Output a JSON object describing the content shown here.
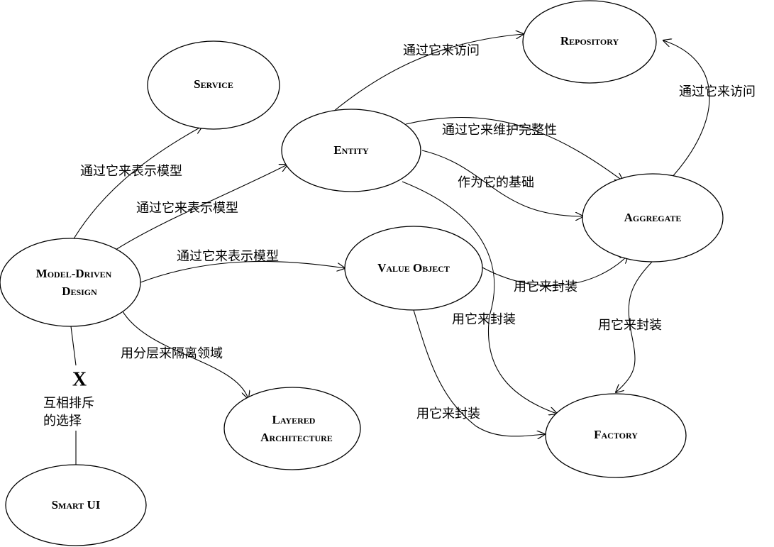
{
  "nodes": {
    "service": [
      "Service"
    ],
    "repository": [
      "Repository"
    ],
    "entity": [
      "Entity"
    ],
    "aggregate": [
      "Aggregate"
    ],
    "model_driven_design": [
      "Model-Driven",
      "Design"
    ],
    "value_object": [
      "Value Object"
    ],
    "layered_architecture": [
      "Layered",
      "Architecture"
    ],
    "factory": [
      "Factory"
    ],
    "smart_ui": [
      "Smart UI"
    ]
  },
  "edges": {
    "mdd_to_service": "通过它来表示模型",
    "mdd_to_entity": "通过它来表示模型",
    "mdd_to_value_object": "通过它来表示模型",
    "mdd_to_layered_architecture": "用分层来隔离领域",
    "entity_to_repository": "通过它来访问",
    "aggregate_to_repository": "通过它来访问",
    "entity_integrity_aggregate": "通过它来维护完整性",
    "entity_root_aggregate": "作为它的基础",
    "value_object_to_aggregate": "用它来封装",
    "entity_to_factory": "用它来封装",
    "aggregate_to_factory": "用它来封装",
    "value_object_to_factory": "用它来封装",
    "mdd_smart_ui_exclusive": [
      "互相排斥",
      "的选择"
    ]
  },
  "exclusion_mark": "X"
}
